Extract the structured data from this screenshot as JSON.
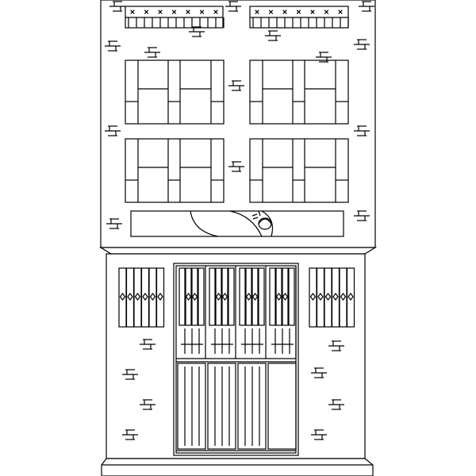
{
  "illustration": {
    "subject": "",
    "colors": {
      "line": "#000000",
      "fill": "#ffffff"
    },
    "upper_window_count": 4,
    "lower_panel_count": 2,
    "door_leaf_count": 4,
    "balustrade_count": 2
  }
}
